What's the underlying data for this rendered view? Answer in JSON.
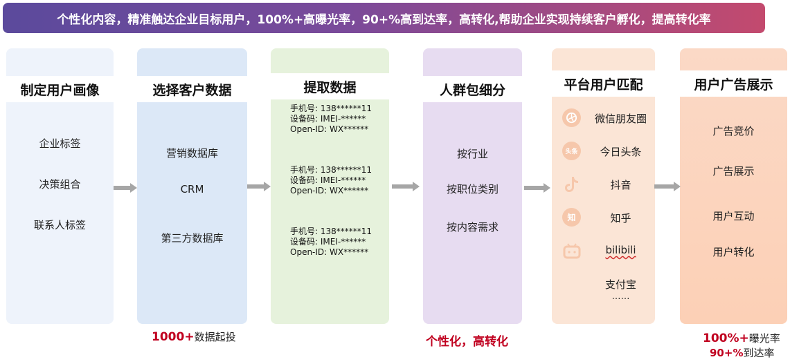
{
  "banner": "个性化内容，精准触达企业目标用户，100%+高曝光率，90+%高到达率，高转化,帮助企业实现持续客户孵化，提高转化率",
  "columns": [
    {
      "title": "制定用户画像",
      "items": [
        "企业标签",
        "决策组合",
        "联系人标签"
      ]
    },
    {
      "title": "选择客户数据",
      "items": [
        "营销数据库",
        "CRM",
        "第三方数据库"
      ]
    },
    {
      "title": "提取数据",
      "records": [
        [
          "手机号: 138******11",
          "设备码: IMEI-******",
          "Open-ID: WX******"
        ],
        [
          "手机号: 138******11",
          "设备码: IMEI-******",
          "Open-ID: WX******"
        ],
        [
          "手机号: 138******11",
          "设备码: IMEI-******",
          "Open-ID: WX******"
        ]
      ]
    },
    {
      "title": "人群包细分",
      "items": [
        "按行业",
        "按职位类别",
        "按内容需求"
      ]
    },
    {
      "title": "平台用户匹配",
      "platforms": [
        {
          "icon": "wechat-moments-icon",
          "label": "微信朋友圈"
        },
        {
          "icon": "toutiao-icon",
          "glyph": "头条",
          "label": "今日头条"
        },
        {
          "icon": "douyin-icon",
          "label": "抖音"
        },
        {
          "icon": "zhihu-icon",
          "glyph": "知",
          "label": "知乎"
        },
        {
          "icon": "bilibili-icon",
          "label": "bilibili"
        }
      ],
      "extra": [
        "支付宝",
        "……"
      ]
    },
    {
      "title": "用户广告展示",
      "items": [
        "广告竞价",
        "广告展示",
        "用户互动",
        "用户转化"
      ]
    }
  ],
  "notes": {
    "data_count_value": "1000+",
    "data_count_text": "数据起投",
    "slogan": "个性化，高转化",
    "exposure_value": "100%+",
    "exposure_text": "曝光率",
    "reach_value": "90+%",
    "reach_text": "到达率"
  },
  "colors": {
    "col1": "#eef3fb",
    "col2": "#dce8f7",
    "col3": "#e6f2dc",
    "col4": "#e7dcf1",
    "col5": "#fbe5d6",
    "col6": "#fbd5c0",
    "accent_red": "#c0001f",
    "arrow": "#a6a6a6"
  }
}
